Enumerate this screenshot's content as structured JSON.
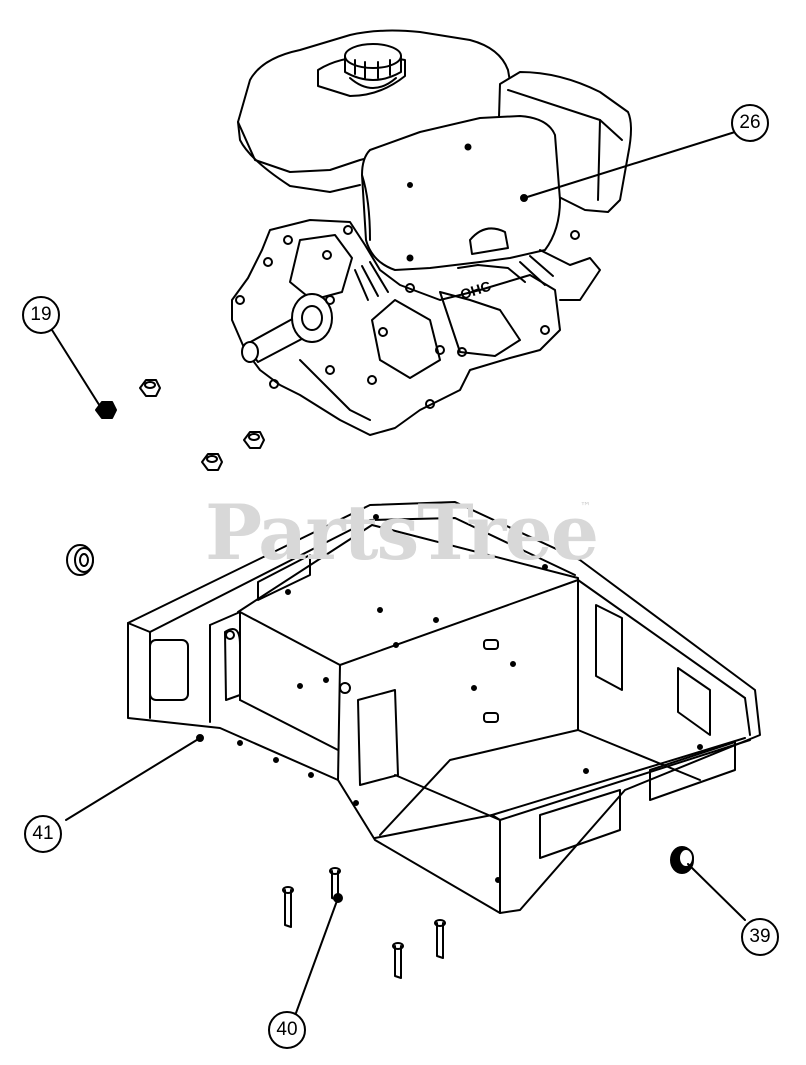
{
  "watermark": {
    "text": "PartsTree",
    "mark": "™"
  },
  "engine": {
    "label_text": "OHC"
  },
  "callouts": [
    {
      "id": "26",
      "label": "26",
      "part": "engine"
    },
    {
      "id": "19",
      "label": "19",
      "part": "hex-nut"
    },
    {
      "id": "41",
      "label": "41",
      "part": "engine-base-frame"
    },
    {
      "id": "39",
      "label": "39",
      "part": "bumper-grommet"
    },
    {
      "id": "40",
      "label": "40",
      "part": "bolt"
    }
  ],
  "colors": {
    "line": "#000000",
    "background": "#ffffff",
    "watermark": "#d8d8d8"
  }
}
